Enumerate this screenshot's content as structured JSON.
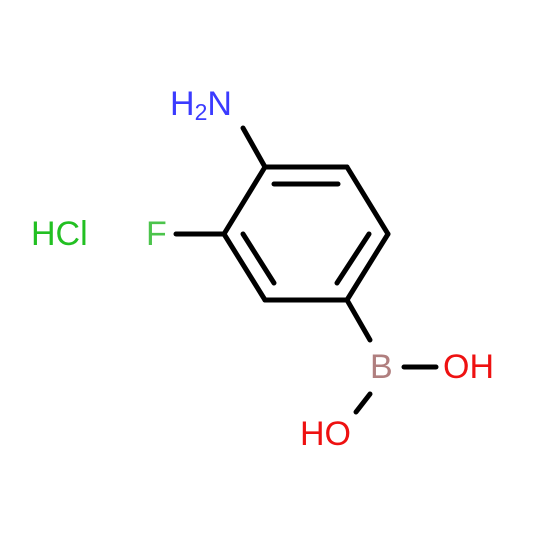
{
  "molecule": {
    "atoms": {
      "amino": {
        "text": "H",
        "subscript": "2",
        "suffix": "N"
      },
      "fluoro": "F",
      "boron": "B",
      "hydroxyl_right": "OH",
      "hydroxyl_lower": "HO",
      "salt": "HCl"
    },
    "colors": {
      "bond": "#000000",
      "nitrogen": "#3b3bff",
      "fluorine": "#4cc44c",
      "chlorine": "#22c022",
      "boron": "#b07f7f",
      "oxygen": "#ee1111"
    }
  }
}
